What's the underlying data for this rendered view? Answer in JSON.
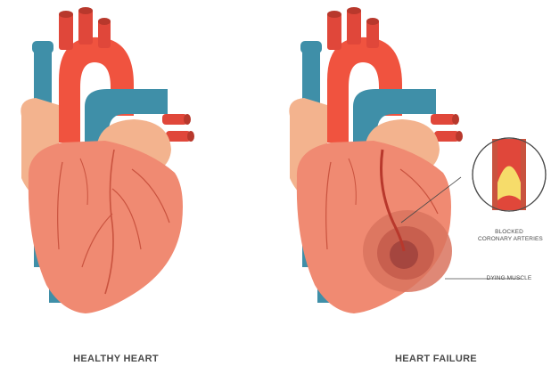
{
  "panels": {
    "healthy": {
      "caption": "HEALTHY HEART"
    },
    "failure": {
      "caption": "HEART FAILURE",
      "annotations": {
        "blocked_line1": "BLOCKED",
        "blocked_line2": "CORONARY ARTERIES",
        "dying_muscle": "DYING MUSCLE"
      }
    }
  },
  "colors": {
    "aorta_red": "#f0533f",
    "vein_blue": "#3f8fa8",
    "atrium_peach": "#f3b38e",
    "ventricle_salmon": "#f08a72",
    "vessel_line": "#c9533f",
    "damage": "#a5463f",
    "plaque_yellow": "#f6dc6a"
  }
}
